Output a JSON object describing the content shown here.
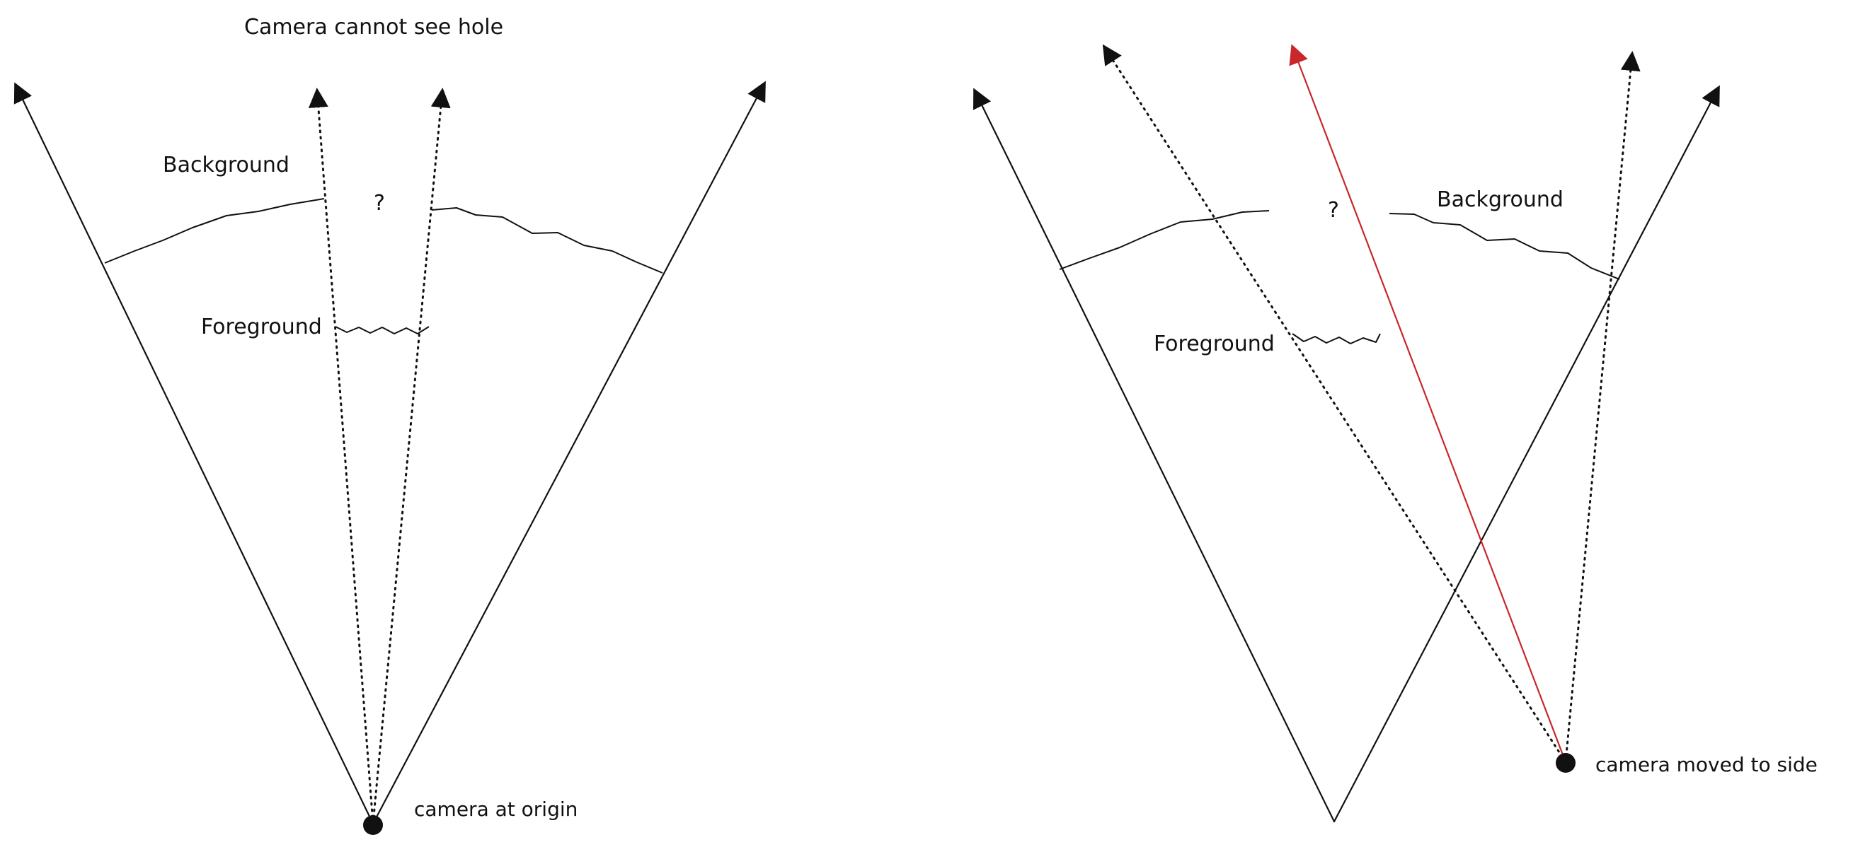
{
  "colors": {
    "ink": "#111111",
    "highlight": "#c8272b",
    "background": "#ffffff"
  },
  "left_panel": {
    "title": "Camera cannot see hole",
    "background_label": "Background",
    "foreground_label": "Foreground",
    "hole_mark": "?",
    "camera_label": "camera at origin"
  },
  "right_panel": {
    "background_label": "Background",
    "foreground_label": "Foreground",
    "hole_mark": "?",
    "camera_label": "camera moved to side"
  }
}
